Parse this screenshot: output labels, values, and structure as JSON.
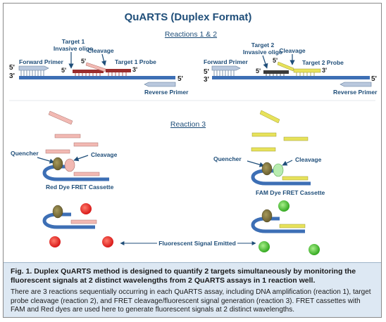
{
  "figure": {
    "title": "QuARTS (Duplex Format)",
    "reactions_1_2_label": "Reactions 1  & 2",
    "reaction_3_label": "Reaction 3",
    "left": {
      "forward_primer": "Forward Primer",
      "target_invasive_oligo_line1": "Target 1",
      "target_invasive_oligo_line2": "Invasive oligo",
      "cleavage": "Cleavage",
      "target_probe": "Target 1 Probe",
      "reverse_primer": "Reverse Primer",
      "quencher": "Quencher",
      "cassette_cleavage": "Cleavage",
      "cassette_name": "Red Dye FRET Cassette"
    },
    "right": {
      "forward_primer": "Forward Primer",
      "target_invasive_oligo_line1": "Target 2",
      "target_invasive_oligo_line2": "Invasive oligo",
      "cleavage": "Cleavage",
      "target_probe": "Target 2 Probe",
      "reverse_primer": "Reverse Primer",
      "quencher": "Quencher",
      "cassette_cleavage": "Cleavage",
      "cassette_name": "FAM Dye FRET Cassette"
    },
    "strand_ends": {
      "five_prime": "5'",
      "three_prime": "3'"
    },
    "signal_label": "Fluorescent Signal Emitted",
    "colors": {
      "title": "#1f4e79",
      "label_blue": "#1f4e79",
      "strand": "#3d6fb5",
      "red_probe": "#9b2d2d",
      "red_flap": "#f2b9b3",
      "yellow_probe": "#3a3a3a",
      "yellow_flap": "#e7e25a",
      "quencher": "#7a7040",
      "red_dye": "#e02020",
      "green_dye": "#3dbb2d",
      "primer": "#b9c8dd"
    }
  },
  "caption": {
    "bold_text": "Fig. 1. Duplex QuARTS method is designed to quantify 2 targets simultaneously by monitoring the fluorescent signals at 2 distinct wavelengths from 2 QuARTS assays in 1 reaction well.",
    "body_text": "There are 3 reactions sequentially occurring in each QuARTS assay, including DNA amplification (reaction 1), target probe cleavage (reaction 2), and FRET cleavage/fluorescent signal generation (reaction 3). FRET cassettes with FAM and Red dyes are used here to generate fluorescent signals at 2 distinct wavelengths."
  }
}
